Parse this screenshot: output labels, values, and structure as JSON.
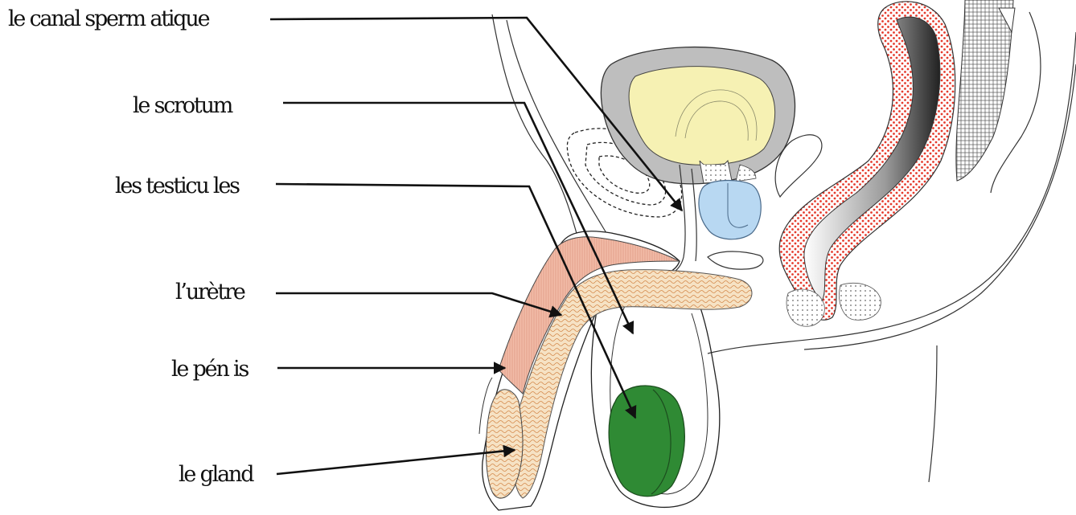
{
  "labels": {
    "canal": "le canal sperm atique",
    "scrotum": "le scrotum",
    "testicules": "les testicu les",
    "uretre": "l’urètre",
    "penis": "le pén is",
    "gland": "le gland"
  },
  "colors": {
    "bladder_wall": "#bfbfbf",
    "bladder_inner": "#f5f0b0",
    "prostate": "#b8d8f2",
    "penis_tissue": "#f1b9a6",
    "spongy_tissue": "#f3dcba",
    "testicle": "#2e8b33",
    "rectum_border": "#e33b2e",
    "line": "#111111"
  }
}
